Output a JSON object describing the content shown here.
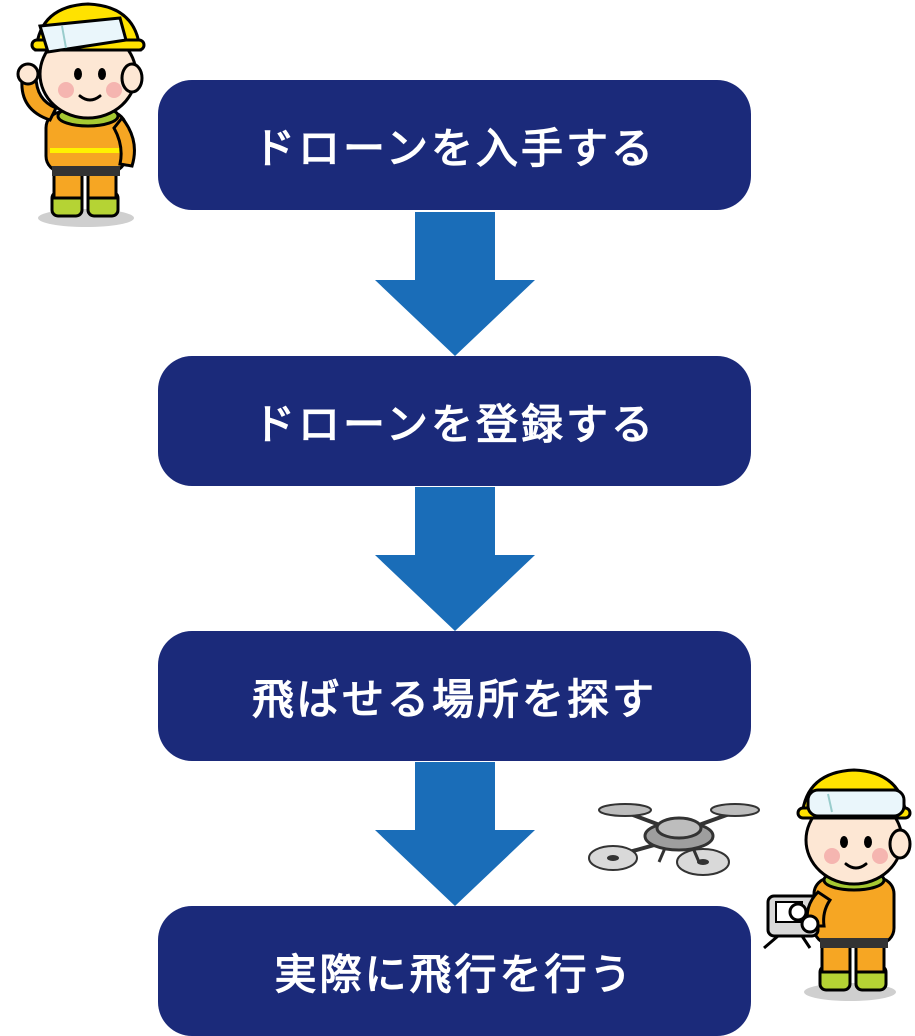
{
  "flow": {
    "steps": [
      {
        "label": "ドローンを入手する"
      },
      {
        "label": "ドローンを登録する"
      },
      {
        "label": "飛ばせる場所を探す"
      },
      {
        "label": "実際に飛行を行う"
      }
    ]
  },
  "colors": {
    "step_box": "#1b2a7a",
    "arrow": "#1a6db8",
    "helmet": "#ffe200",
    "suit": "#f6a623",
    "scarf": "#a6c932"
  }
}
